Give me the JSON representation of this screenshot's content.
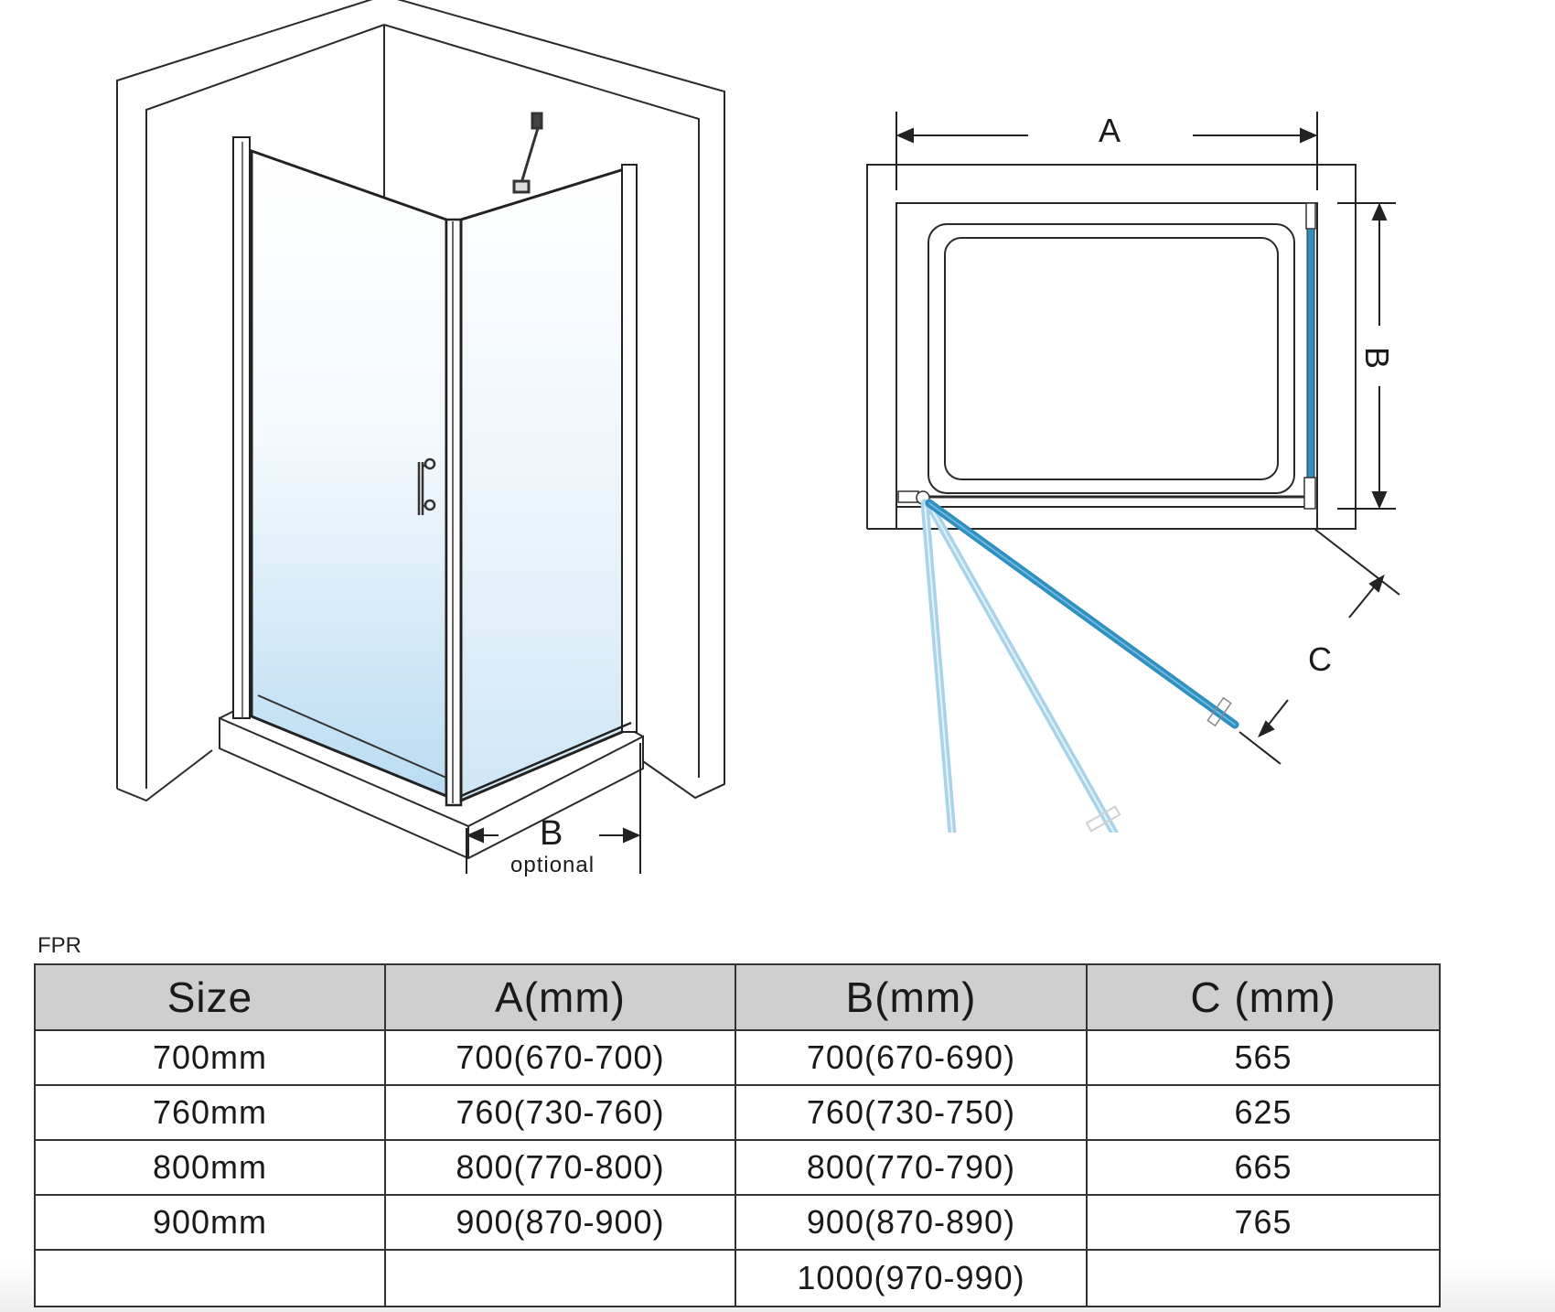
{
  "perspective_view": {
    "dimension_label": "B",
    "dimension_note": "optional"
  },
  "plan_view": {
    "dimension_a_label": "A",
    "dimension_b_label": "B",
    "dimension_c_label": "C",
    "glass_color": "#2f8fbf",
    "glass_ghost_color": "#a9d3ea"
  },
  "table": {
    "model_label": "FPR",
    "header_bg": "#cfcfcf",
    "columns": [
      "Size",
      "A(mm)",
      "B(mm)",
      "C (mm)"
    ],
    "rows": [
      [
        "700mm",
        "700(670-700)",
        "700(670-690)",
        "565"
      ],
      [
        "760mm",
        "760(730-760)",
        "760(730-750)",
        "625"
      ],
      [
        "800mm",
        "800(770-800)",
        "800(770-790)",
        "665"
      ],
      [
        "900mm",
        "900(870-900)",
        "900(870-890)",
        "765"
      ],
      [
        "",
        "",
        "1000(970-990)",
        ""
      ]
    ]
  }
}
